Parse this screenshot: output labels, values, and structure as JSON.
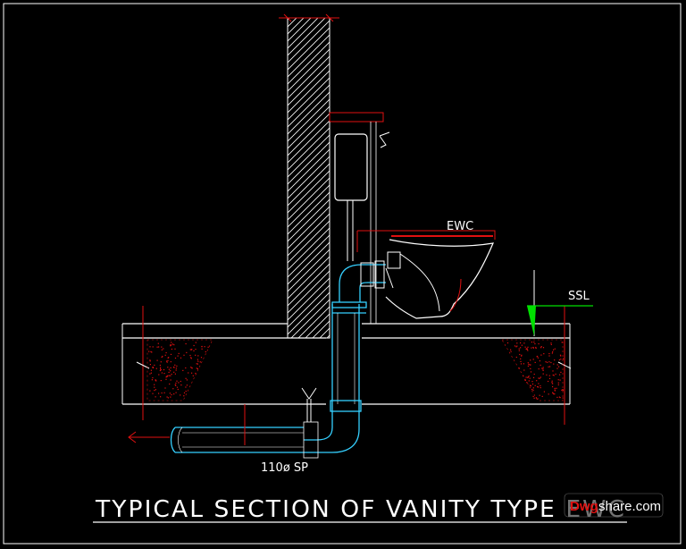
{
  "title": "TYPICAL SECTION OF VANITY TYPE EWC",
  "labels": {
    "ewc": "EWC",
    "ssl": "SSL",
    "pipe": "110ø SP"
  },
  "watermark": {
    "brand": "Dwg",
    "suffix": "share.com"
  },
  "colors": {
    "background": "#000000",
    "outline": "#ffffff",
    "dimension": "#e01010",
    "pipe": "#35d0ff",
    "level_marker": "#00e000",
    "concrete_speckle": "#e01010"
  },
  "icons": [
    "flow-direction-arrow-icon",
    "level-marker-icon",
    "pipe-clamp-icon"
  ]
}
